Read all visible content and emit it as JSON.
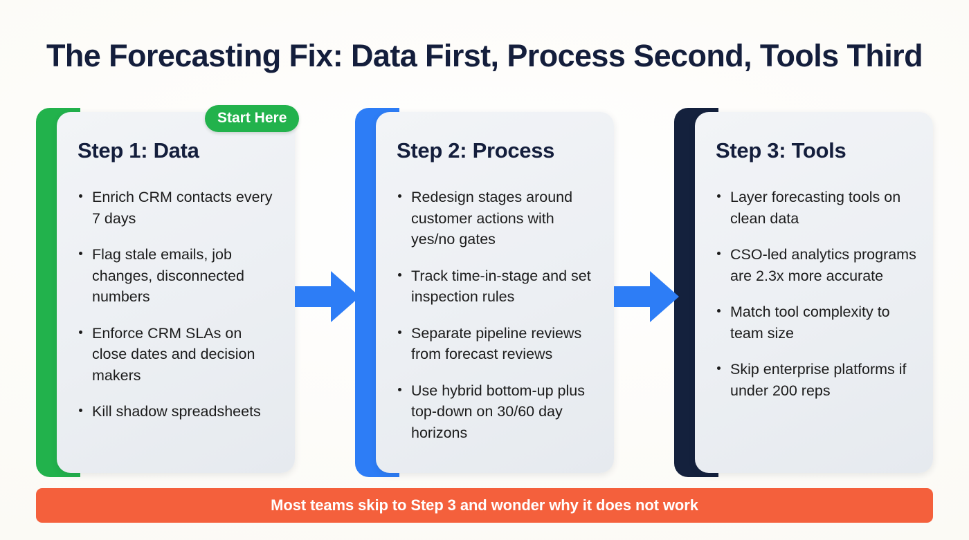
{
  "page": {
    "title": "The Forecasting Fix: Data First, Process Second, Tools Third",
    "background_color": "#fdfdfb",
    "title_color": "#141e3c"
  },
  "badge": {
    "label": "Start Here",
    "color": "#22b24c"
  },
  "arrow": {
    "color": "#2d7df6",
    "direction": "right"
  },
  "cards": [
    {
      "title": "Step 1: Data",
      "accent_color": "#22b24c",
      "bullets": [
        "Enrich CRM contacts every 7 days",
        "Flag stale emails, job changes, disconnected numbers",
        "Enforce CRM SLAs on close dates and decision makers",
        "Kill shadow spreadsheets"
      ]
    },
    {
      "title": "Step 2: Process",
      "accent_color": "#2d7df6",
      "bullets": [
        "Redesign stages around customer actions with yes/no gates",
        "Track time-in-stage and set inspection rules",
        "Separate pipeline reviews from forecast reviews",
        "Use hybrid bottom-up plus top-down on 30/60 day horizons"
      ]
    },
    {
      "title": "Step 3: Tools",
      "accent_color": "#14213d",
      "bullets": [
        "Layer forecasting tools on clean data",
        "CSO-led analytics programs are 2.3x more accurate",
        "Match tool complexity to team size",
        "Skip enterprise platforms if under 200 reps"
      ]
    }
  ],
  "banner": {
    "text": "Most teams skip to Step 3 and wonder why it does not work",
    "color": "#f4603c"
  }
}
